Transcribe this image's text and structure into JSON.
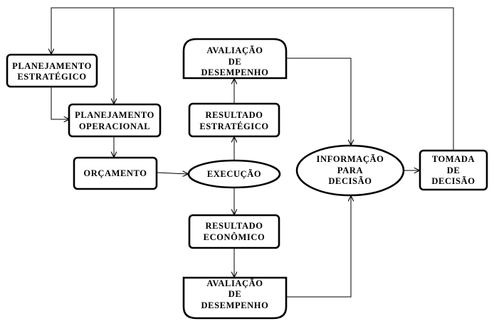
{
  "nodes": {
    "planejamento_estrategico": [
      "PLANEJAMENTO",
      "ESTRATÉGICO"
    ],
    "planejamento_operacional": [
      "PLANEJAMENTO",
      "OPERACIONAL"
    ],
    "orcamento": [
      "ORÇAMENTO"
    ],
    "execucao": [
      "EXECUÇÃO"
    ],
    "resultado_estrategico": [
      "RESULTADO",
      "ESTRATÉGICO"
    ],
    "avaliacao_desempenho_top": [
      "AVALIAÇÃO",
      "DE",
      "DESEMPENHO"
    ],
    "resultado_economico": [
      "RESULTADO",
      "ECONÔMICO"
    ],
    "avaliacao_desempenho_bottom": [
      "AVALIAÇÃO",
      "DE",
      "DESEMPENHO"
    ],
    "informacao_decisao": [
      "INFORMAÇÃO",
      "PARA",
      "DECISÃO"
    ],
    "tomada_decisao": [
      "TOMADA",
      "DE",
      "DECISÃO"
    ]
  }
}
